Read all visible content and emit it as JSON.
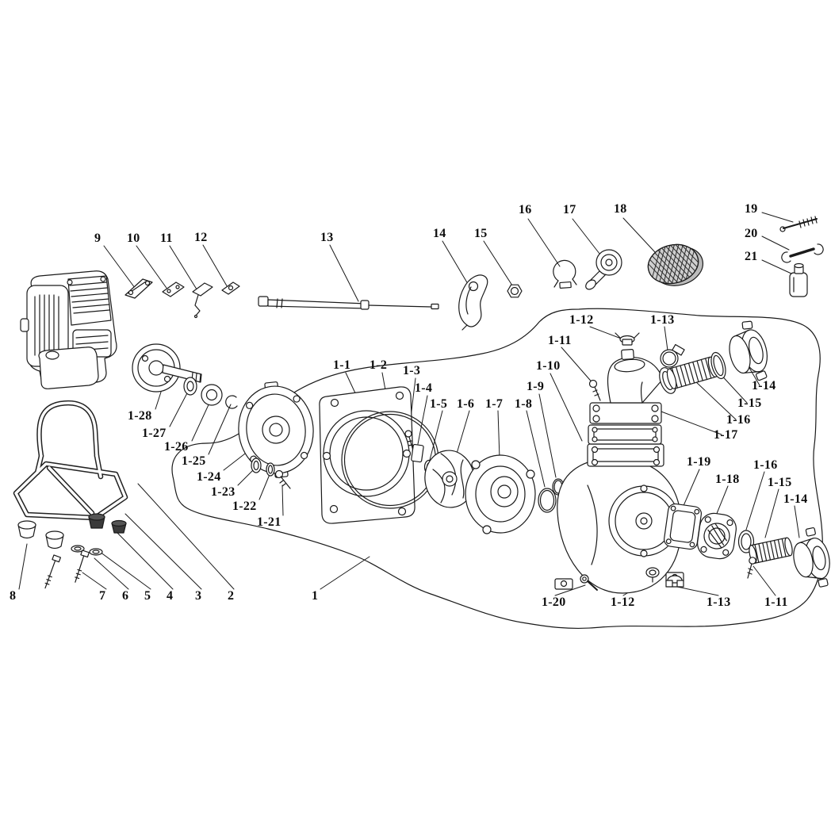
{
  "diagram": {
    "colors": {
      "background": "#ffffff",
      "line": "#1a1a1a"
    }
  },
  "labels": [
    {
      "id": "9",
      "text": "9"
    },
    {
      "id": "10",
      "text": "10"
    },
    {
      "id": "11",
      "text": "11"
    },
    {
      "id": "12",
      "text": "12"
    },
    {
      "id": "13",
      "text": "13"
    },
    {
      "id": "14",
      "text": "14"
    },
    {
      "id": "15",
      "text": "15"
    },
    {
      "id": "16",
      "text": "16"
    },
    {
      "id": "17",
      "text": "17"
    },
    {
      "id": "18",
      "text": "18"
    },
    {
      "id": "19",
      "text": "19"
    },
    {
      "id": "20",
      "text": "20"
    },
    {
      "id": "21",
      "text": "21"
    },
    {
      "id": "1-28",
      "text": "1-28"
    },
    {
      "id": "1-27",
      "text": "1-27"
    },
    {
      "id": "1-26",
      "text": "1-26"
    },
    {
      "id": "1-25",
      "text": "1-25"
    },
    {
      "id": "1-24",
      "text": "1-24"
    },
    {
      "id": "1-23",
      "text": "1-23"
    },
    {
      "id": "1-22",
      "text": "1-22"
    },
    {
      "id": "1-21",
      "text": "1-21"
    },
    {
      "id": "1-1",
      "text": "1-1"
    },
    {
      "id": "1-2",
      "text": "1-2"
    },
    {
      "id": "1-3",
      "text": "1-3"
    },
    {
      "id": "1-4",
      "text": "1-4"
    },
    {
      "id": "1-5",
      "text": "1-5"
    },
    {
      "id": "1-6",
      "text": "1-6"
    },
    {
      "id": "1-7",
      "text": "1-7"
    },
    {
      "id": "1-8",
      "text": "1-8"
    },
    {
      "id": "1-9",
      "text": "1-9"
    },
    {
      "id": "1-10",
      "text": "1-10"
    },
    {
      "id": "1-11-top",
      "text": "1-11"
    },
    {
      "id": "1-12-top",
      "text": "1-12"
    },
    {
      "id": "1-13-top",
      "text": "1-13"
    },
    {
      "id": "1-14-right",
      "text": "1-14"
    },
    {
      "id": "1-15-right",
      "text": "1-15"
    },
    {
      "id": "1-16-right",
      "text": "1-16"
    },
    {
      "id": "1-17",
      "text": "1-17"
    },
    {
      "id": "1-19",
      "text": "1-19"
    },
    {
      "id": "1-18",
      "text": "1-18"
    },
    {
      "id": "1-16-bottom",
      "text": "1-16"
    },
    {
      "id": "1-15-bottom",
      "text": "1-15"
    },
    {
      "id": "1-14-bottom",
      "text": "1-14"
    },
    {
      "id": "8",
      "text": "8"
    },
    {
      "id": "7",
      "text": "7"
    },
    {
      "id": "6",
      "text": "6"
    },
    {
      "id": "5",
      "text": "5"
    },
    {
      "id": "4",
      "text": "4"
    },
    {
      "id": "3",
      "text": "3"
    },
    {
      "id": "2",
      "text": "2"
    },
    {
      "id": "1",
      "text": "1"
    },
    {
      "id": "1-20",
      "text": "1-20"
    },
    {
      "id": "1-12-bottom",
      "text": "1-12"
    },
    {
      "id": "1-13-bottom",
      "text": "1-13"
    },
    {
      "id": "1-11-bottom",
      "text": "1-11"
    }
  ]
}
